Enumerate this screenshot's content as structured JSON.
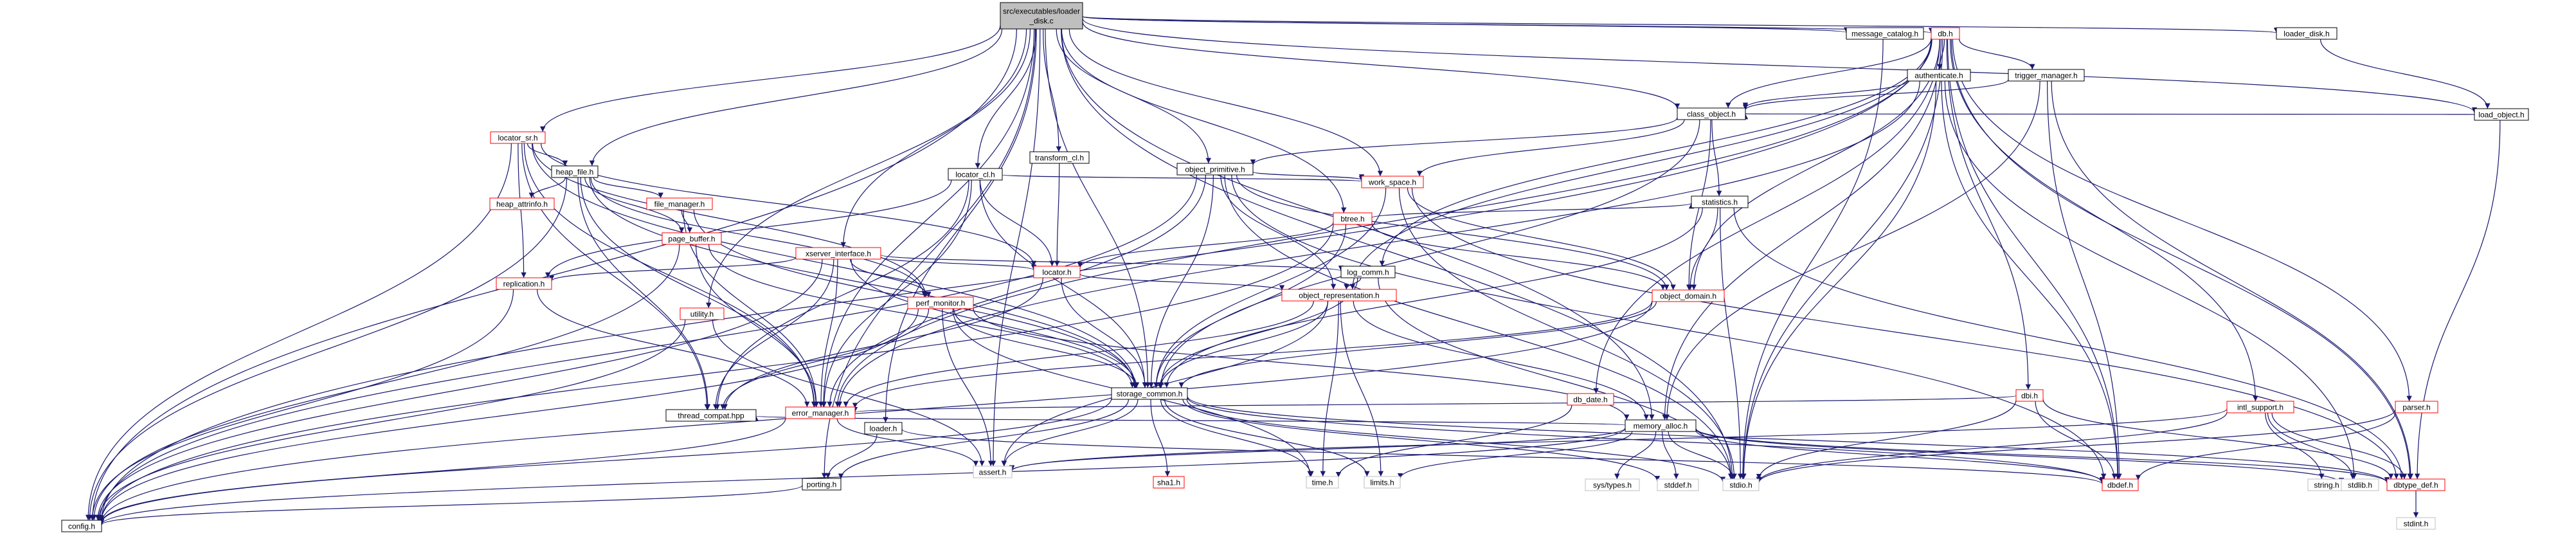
{
  "colors": {
    "edge": "#191970",
    "node_border": "#000000",
    "missing_border": "#ff0000",
    "external_border": "#bfbfbf",
    "root_fill": "#bfbfbf",
    "node_fill": "#ffffff"
  },
  "nodes": [
    {
      "id": "root",
      "lines": [
        "src/executables/loader",
        "_disk.c"
      ],
      "kind": "root"
    },
    {
      "id": "config",
      "lines": [
        "config.h"
      ],
      "kind": "normal"
    },
    {
      "id": "locator_sr",
      "lines": [
        "locator_sr.h"
      ],
      "kind": "missing"
    },
    {
      "id": "heap_file",
      "lines": [
        "heap_file.h"
      ],
      "kind": "normal"
    },
    {
      "id": "heap_attrinfo",
      "lines": [
        "heap_attrinfo.h"
      ],
      "kind": "missing"
    },
    {
      "id": "file_manager",
      "lines": [
        "file_manager.h"
      ],
      "kind": "missing"
    },
    {
      "id": "page_buffer",
      "lines": [
        "page_buffer.h"
      ],
      "kind": "missing"
    },
    {
      "id": "replication",
      "lines": [
        "replication.h"
      ],
      "kind": "missing"
    },
    {
      "id": "utility",
      "lines": [
        "utility.h"
      ],
      "kind": "missing"
    },
    {
      "id": "thread_compat",
      "lines": [
        "thread_compat.hpp"
      ],
      "kind": "normal"
    },
    {
      "id": "error_manager",
      "lines": [
        "error_manager.h"
      ],
      "kind": "missing"
    },
    {
      "id": "xserver_interface",
      "lines": [
        "xserver_interface.h"
      ],
      "kind": "missing"
    },
    {
      "id": "perf_monitor",
      "lines": [
        "perf_monitor.h"
      ],
      "kind": "missing"
    },
    {
      "id": "locator_cl",
      "lines": [
        "locator_cl.h"
      ],
      "kind": "normal"
    },
    {
      "id": "locator",
      "lines": [
        "locator.h"
      ],
      "kind": "missing"
    },
    {
      "id": "transform_cl",
      "lines": [
        "transform_cl.h"
      ],
      "kind": "normal"
    },
    {
      "id": "object_primitive",
      "lines": [
        "object_primitive.h"
      ],
      "kind": "normal"
    },
    {
      "id": "work_space",
      "lines": [
        "work_space.h"
      ],
      "kind": "missing"
    },
    {
      "id": "btree",
      "lines": [
        "btree.h"
      ],
      "kind": "missing"
    },
    {
      "id": "log_comm",
      "lines": [
        "log_comm.h"
      ],
      "kind": "normal"
    },
    {
      "id": "object_representation",
      "lines": [
        "object_representation.h"
      ],
      "kind": "missing"
    },
    {
      "id": "storage_common",
      "lines": [
        "storage_common.h"
      ],
      "kind": "normal"
    },
    {
      "id": "loader",
      "lines": [
        "loader.h"
      ],
      "kind": "normal"
    },
    {
      "id": "porting",
      "lines": [
        "porting.h"
      ],
      "kind": "normal"
    },
    {
      "id": "assert",
      "lines": [
        "assert.h"
      ],
      "kind": "external"
    },
    {
      "id": "sha1",
      "lines": [
        "sha1.h"
      ],
      "kind": "missing"
    },
    {
      "id": "time",
      "lines": [
        "time.h"
      ],
      "kind": "external"
    },
    {
      "id": "limits",
      "lines": [
        "limits.h"
      ],
      "kind": "external"
    },
    {
      "id": "message_catalog",
      "lines": [
        "message_catalog.h"
      ],
      "kind": "normal"
    },
    {
      "id": "db",
      "lines": [
        "db.h"
      ],
      "kind": "missing"
    },
    {
      "id": "authenticate",
      "lines": [
        "authenticate.h"
      ],
      "kind": "normal"
    },
    {
      "id": "trigger_manager",
      "lines": [
        "trigger_manager.h"
      ],
      "kind": "normal"
    },
    {
      "id": "class_object",
      "lines": [
        "class_object.h"
      ],
      "kind": "normal"
    },
    {
      "id": "statistics",
      "lines": [
        "statistics.h"
      ],
      "kind": "normal"
    },
    {
      "id": "object_domain",
      "lines": [
        "object_domain.h"
      ],
      "kind": "missing"
    },
    {
      "id": "db_date",
      "lines": [
        "db_date.h"
      ],
      "kind": "missing"
    },
    {
      "id": "memory_alloc",
      "lines": [
        "memory_alloc.h"
      ],
      "kind": "normal"
    },
    {
      "id": "sys_types",
      "lines": [
        "sys/types.h"
      ],
      "kind": "external"
    },
    {
      "id": "stddef",
      "lines": [
        "stddef.h"
      ],
      "kind": "external"
    },
    {
      "id": "stdio",
      "lines": [
        "stdio.h"
      ],
      "kind": "external"
    },
    {
      "id": "dbi",
      "lines": [
        "dbi.h"
      ],
      "kind": "missing"
    },
    {
      "id": "dbdef",
      "lines": [
        "dbdef.h"
      ],
      "kind": "missing"
    },
    {
      "id": "intl_support",
      "lines": [
        "intl_support.h"
      ],
      "kind": "missing"
    },
    {
      "id": "string",
      "lines": [
        "string.h"
      ],
      "kind": "external"
    },
    {
      "id": "stdlib",
      "lines": [
        "stdlib.h"
      ],
      "kind": "external"
    },
    {
      "id": "dbtype_def",
      "lines": [
        "dbtype_def.h"
      ],
      "kind": "missing"
    },
    {
      "id": "stdint",
      "lines": [
        "stdint.h"
      ],
      "kind": "external"
    },
    {
      "id": "parser",
      "lines": [
        "parser.h"
      ],
      "kind": "missing"
    },
    {
      "id": "loader_disk",
      "lines": [
        "loader_disk.h"
      ],
      "kind": "normal"
    },
    {
      "id": "load_object",
      "lines": [
        "load_object.h"
      ],
      "kind": "normal"
    }
  ],
  "edges": [
    [
      "root",
      "config"
    ],
    [
      "root",
      "locator_sr"
    ],
    [
      "root",
      "heap_file"
    ],
    [
      "root",
      "utility"
    ],
    [
      "root",
      "porting"
    ],
    [
      "root",
      "assert"
    ],
    [
      "root",
      "loader"
    ],
    [
      "root",
      "transform_cl"
    ],
    [
      "root",
      "locator_cl"
    ],
    [
      "root",
      "object_primitive"
    ],
    [
      "root",
      "xserver_interface"
    ],
    [
      "root",
      "btree"
    ],
    [
      "root",
      "class_object"
    ],
    [
      "root",
      "db"
    ],
    [
      "root",
      "message_catalog"
    ],
    [
      "root",
      "loader_disk"
    ],
    [
      "root",
      "load_object"
    ],
    [
      "root",
      "memory_alloc"
    ],
    [
      "root",
      "error_manager"
    ],
    [
      "root",
      "storage_common"
    ],
    [
      "root",
      "work_space"
    ],
    [
      "root",
      "stdio"
    ],
    [
      "locator_sr",
      "heap_file"
    ],
    [
      "locator_sr",
      "replication"
    ],
    [
      "locator_sr",
      "thread_compat"
    ],
    [
      "locator_sr",
      "config"
    ],
    [
      "locator_sr",
      "error_manager"
    ],
    [
      "locator_sr",
      "storage_common"
    ],
    [
      "locator_sr",
      "locator"
    ],
    [
      "locator_sr",
      "perf_monitor"
    ],
    [
      "heap_file",
      "heap_attrinfo"
    ],
    [
      "heap_file",
      "file_manager"
    ],
    [
      "heap_file",
      "page_buffer"
    ],
    [
      "heap_file",
      "thread_compat"
    ],
    [
      "heap_file",
      "config"
    ],
    [
      "heap_file",
      "storage_common"
    ],
    [
      "heap_file",
      "perf_monitor"
    ],
    [
      "heap_file",
      "error_manager"
    ],
    [
      "file_manager",
      "page_buffer"
    ],
    [
      "file_manager",
      "storage_common"
    ],
    [
      "file_manager",
      "error_manager"
    ],
    [
      "page_buffer",
      "error_manager"
    ],
    [
      "page_buffer",
      "config"
    ],
    [
      "page_buffer",
      "storage_common"
    ],
    [
      "replication",
      "error_manager"
    ],
    [
      "replication",
      "config"
    ],
    [
      "utility",
      "config"
    ],
    [
      "utility",
      "assert"
    ],
    [
      "error_manager",
      "config"
    ],
    [
      "error_manager",
      "assert"
    ],
    [
      "xserver_interface",
      "replication"
    ],
    [
      "xserver_interface",
      "error_manager"
    ],
    [
      "xserver_interface",
      "perf_monitor"
    ],
    [
      "xserver_interface",
      "locator"
    ],
    [
      "xserver_interface",
      "log_comm"
    ],
    [
      "xserver_interface",
      "storage_common"
    ],
    [
      "xserver_interface",
      "thread_compat"
    ],
    [
      "xserver_interface",
      "config"
    ],
    [
      "perf_monitor",
      "storage_common"
    ],
    [
      "perf_monitor",
      "memory_alloc"
    ],
    [
      "perf_monitor",
      "assert"
    ],
    [
      "perf_monitor",
      "time"
    ],
    [
      "perf_monitor",
      "config"
    ],
    [
      "perf_monitor",
      "thread_compat"
    ],
    [
      "locator_cl",
      "locator"
    ],
    [
      "locator_cl",
      "work_space"
    ],
    [
      "locator_cl",
      "storage_common"
    ],
    [
      "locator_cl",
      "error_manager"
    ],
    [
      "locator_cl",
      "replication"
    ],
    [
      "locator_cl",
      "thread_compat"
    ],
    [
      "locator",
      "object_representation"
    ],
    [
      "locator",
      "storage_common"
    ],
    [
      "locator",
      "thread_compat"
    ],
    [
      "transform_cl",
      "locator"
    ],
    [
      "object_primitive",
      "work_space"
    ],
    [
      "object_primitive",
      "object_representation"
    ],
    [
      "object_primitive",
      "object_domain"
    ],
    [
      "object_primitive",
      "error_manager"
    ],
    [
      "object_primitive",
      "storage_common"
    ],
    [
      "object_primitive",
      "config"
    ],
    [
      "object_primitive",
      "stdio"
    ],
    [
      "object_primitive",
      "dbdef"
    ],
    [
      "work_space",
      "storage_common"
    ],
    [
      "work_space",
      "object_domain"
    ],
    [
      "work_space",
      "stdio"
    ],
    [
      "work_space",
      "dbtype_def"
    ],
    [
      "btree",
      "storage_common"
    ],
    [
      "btree",
      "object_domain"
    ],
    [
      "btree",
      "statistics"
    ],
    [
      "btree",
      "config"
    ],
    [
      "btree",
      "locator"
    ],
    [
      "log_comm",
      "object_representation"
    ],
    [
      "log_comm",
      "storage_common"
    ],
    [
      "log_comm",
      "stdio"
    ],
    [
      "object_representation",
      "storage_common"
    ],
    [
      "object_representation",
      "error_manager"
    ],
    [
      "object_representation",
      "time"
    ],
    [
      "object_representation",
      "limits"
    ],
    [
      "object_representation",
      "assert"
    ],
    [
      "object_representation",
      "memory_alloc"
    ],
    [
      "storage_common",
      "porting"
    ],
    [
      "storage_common",
      "assert"
    ],
    [
      "storage_common",
      "sha1"
    ],
    [
      "storage_common",
      "time"
    ],
    [
      "storage_common",
      "limits"
    ],
    [
      "storage_common",
      "config"
    ],
    [
      "storage_common",
      "stdio"
    ],
    [
      "storage_common",
      "dbtype_def"
    ],
    [
      "storage_common",
      "stddef"
    ],
    [
      "storage_common",
      "dbdef"
    ],
    [
      "loader",
      "porting"
    ],
    [
      "loader",
      "dbdef"
    ],
    [
      "porting",
      "config"
    ],
    [
      "message_catalog",
      "stdio"
    ],
    [
      "db",
      "authenticate"
    ],
    [
      "db",
      "trigger_manager"
    ],
    [
      "db",
      "class_object"
    ],
    [
      "db",
      "dbi"
    ],
    [
      "db",
      "intl_support"
    ],
    [
      "db",
      "parser"
    ],
    [
      "db",
      "dbtype_def"
    ],
    [
      "db",
      "dbdef"
    ],
    [
      "db",
      "object_domain"
    ],
    [
      "db",
      "error_manager"
    ],
    [
      "db",
      "log_comm"
    ],
    [
      "db",
      "db_date"
    ],
    [
      "db",
      "object_representation"
    ],
    [
      "db",
      "memory_alloc"
    ],
    [
      "db",
      "stdio"
    ],
    [
      "db",
      "config"
    ],
    [
      "authenticate",
      "class_object"
    ],
    [
      "authenticate",
      "stdio"
    ],
    [
      "authenticate",
      "dbdef"
    ],
    [
      "authenticate",
      "stdlib"
    ],
    [
      "authenticate",
      "error_manager"
    ],
    [
      "trigger_manager",
      "class_object"
    ],
    [
      "trigger_manager",
      "memory_alloc"
    ],
    [
      "trigger_manager",
      "dbtype_def"
    ],
    [
      "trigger_manager",
      "dbdef"
    ],
    [
      "class_object",
      "object_primitive"
    ],
    [
      "class_object",
      "statistics"
    ],
    [
      "class_object",
      "object_domain"
    ],
    [
      "class_object",
      "work_space"
    ],
    [
      "class_object",
      "storage_common"
    ],
    [
      "statistics",
      "object_domain"
    ],
    [
      "statistics",
      "stdio"
    ],
    [
      "statistics",
      "dbtype_def"
    ],
    [
      "statistics",
      "storage_common"
    ],
    [
      "object_domain",
      "storage_common"
    ],
    [
      "object_domain",
      "config"
    ],
    [
      "object_domain",
      "error_manager"
    ],
    [
      "db_date",
      "time"
    ],
    [
      "memory_alloc",
      "sys_types"
    ],
    [
      "memory_alloc",
      "stddef"
    ],
    [
      "memory_alloc",
      "stdio"
    ],
    [
      "memory_alloc",
      "stdlib"
    ],
    [
      "memory_alloc",
      "assert"
    ],
    [
      "memory_alloc",
      "limits"
    ],
    [
      "memory_alloc",
      "dbdef"
    ],
    [
      "memory_alloc",
      "config"
    ],
    [
      "memory_alloc",
      "thread_compat"
    ],
    [
      "memory_alloc",
      "dbtype_def"
    ],
    [
      "dbi",
      "stdio"
    ],
    [
      "dbi",
      "dbdef"
    ],
    [
      "dbi",
      "dbtype_def"
    ],
    [
      "dbi",
      "error_manager"
    ],
    [
      "intl_support",
      "string"
    ],
    [
      "intl_support",
      "stdlib"
    ],
    [
      "intl_support",
      "dbtype_def"
    ],
    [
      "intl_support",
      "stdio"
    ],
    [
      "intl_support",
      "assert"
    ],
    [
      "dbtype_def",
      "stdint"
    ],
    [
      "parser",
      "dbdef"
    ],
    [
      "parser",
      "stdio"
    ],
    [
      "loader_disk",
      "load_object"
    ],
    [
      "load_object",
      "class_object"
    ],
    [
      "load_object",
      "dbtype_def"
    ]
  ]
}
